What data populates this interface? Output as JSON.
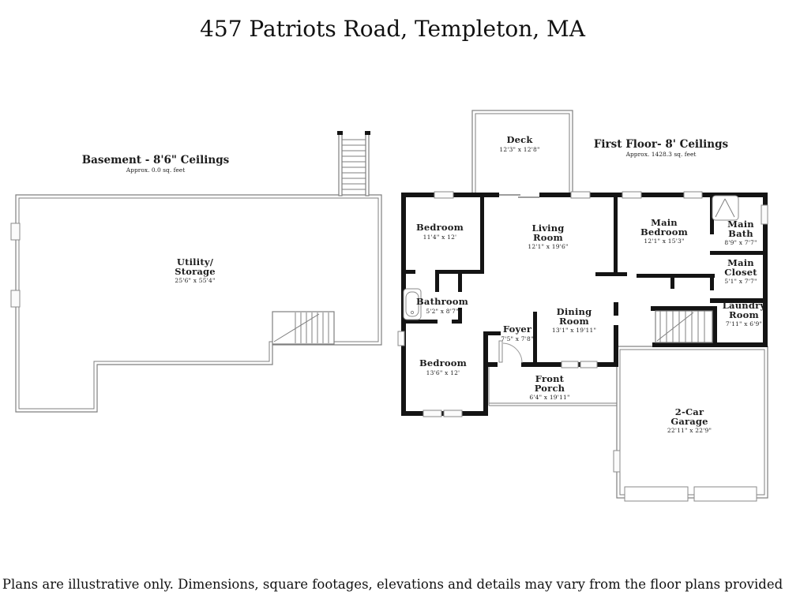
{
  "page": {
    "title": "457 Patriots Road, Templeton, MA",
    "disclaimer": "Plans are illustrative only. Dimensions, square footages, elevations and details may vary from the floor plans provided"
  },
  "colors": {
    "wall": "#141414",
    "thin_line": "#7f7f7f",
    "text": "#1c1c1c"
  },
  "basement": {
    "heading": "Basement - 8'6\" Ceilings",
    "subheading": "Approx. 0.0 sq. feet",
    "rooms": {
      "utility_storage": {
        "line1": "Utility/",
        "line2": "Storage",
        "dims": "25'6\" x 55'4\""
      }
    }
  },
  "first_floor": {
    "heading": "First Floor- 8' Ceilings",
    "subheading": "Approx. 1428.3 sq. feet",
    "rooms": {
      "deck": {
        "line1": "Deck",
        "dims": "12'3\" x 12'8\""
      },
      "bedroom_top": {
        "line1": "Bedroom",
        "dims": "11'4\" x 12'"
      },
      "living_room": {
        "line1": "Living",
        "line2": "Room",
        "dims": "12'1\" x 19'6\""
      },
      "main_bedroom": {
        "line1": "Main",
        "line2": "Bedroom",
        "dims": "12'1\" x 15'3\""
      },
      "main_bath": {
        "line1": "Main",
        "line2": "Bath",
        "dims": "8'9\" x 7'7\""
      },
      "main_closet": {
        "line1": "Main",
        "line2": "Closet",
        "dims": "5'1\" x 7'7\""
      },
      "bathroom": {
        "line1": "Bathroom",
        "dims": "5'2\" x 8'7\""
      },
      "foyer": {
        "line1": "Foyer",
        "dims": "7'5\" x 7'8\""
      },
      "dining_room": {
        "line1": "Dining",
        "line2": "Room",
        "dims": "13'1\" x 19'11\""
      },
      "laundry_room": {
        "line1": "Laundry",
        "line2": "Room",
        "dims": "7'11\" x 6'9\""
      },
      "bedroom_bottom": {
        "line1": "Bedroom",
        "dims": "13'6\" x 12'"
      },
      "front_porch": {
        "line1": "Front",
        "line2": "Porch",
        "dims": "6'4\" x 19'11\""
      },
      "garage": {
        "line1": "2-Car",
        "line2": "Garage",
        "dims": "22'11\" x 22'9\""
      }
    }
  }
}
